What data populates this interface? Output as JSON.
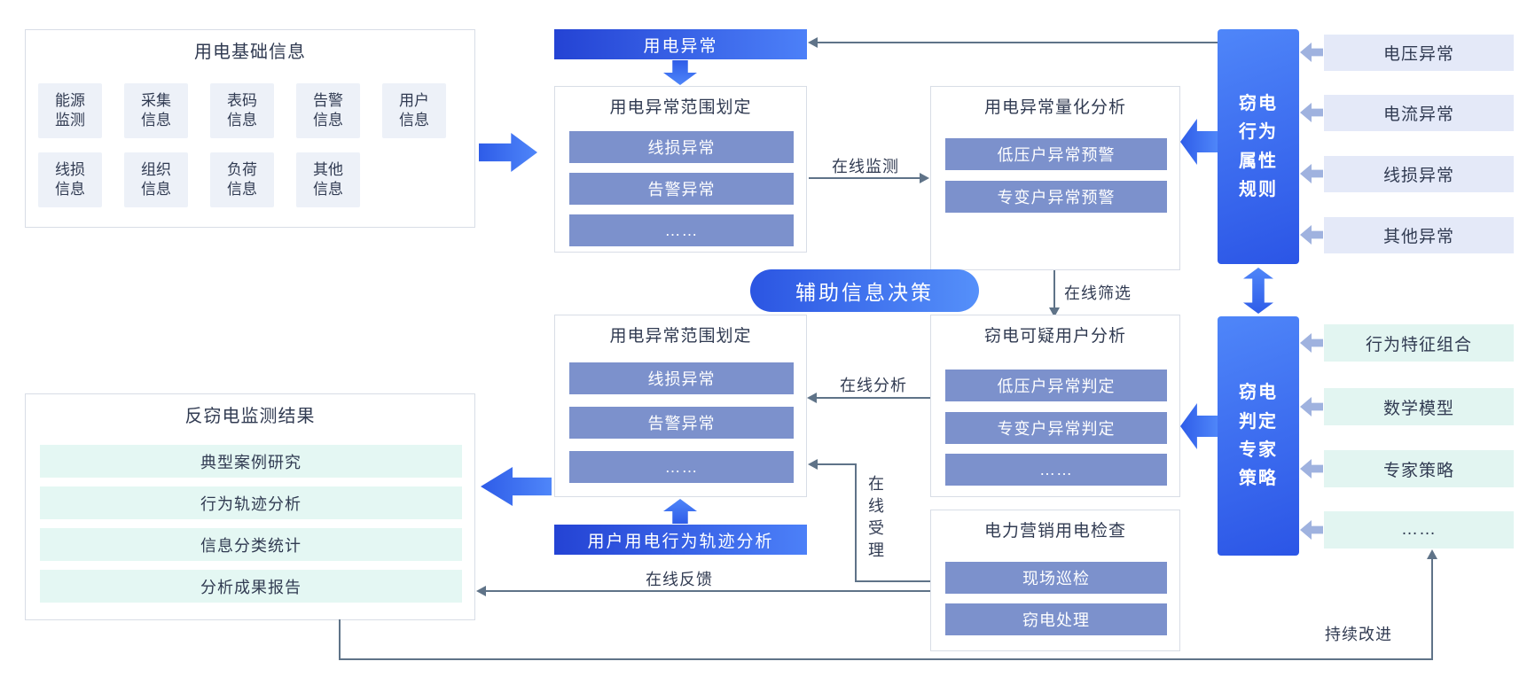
{
  "basic_info": {
    "title": "用电基础信息",
    "items": [
      {
        "line1": "能源",
        "line2": "监测"
      },
      {
        "line1": "采集",
        "line2": "信息"
      },
      {
        "line1": "表码",
        "line2": "信息"
      },
      {
        "line1": "告警",
        "line2": "信息"
      },
      {
        "line1": "用户",
        "line2": "信息"
      },
      {
        "line1": "线损",
        "line2": "信息"
      },
      {
        "line1": "组织",
        "line2": "信息"
      },
      {
        "line1": "负荷",
        "line2": "信息"
      },
      {
        "line1": "其他",
        "line2": "信息"
      }
    ]
  },
  "banners": {
    "anomaly": "用电异常",
    "aux_decision": "辅助信息决策",
    "trajectory": "用户用电行为轨迹分析"
  },
  "scope1": {
    "title": "用电异常范围划定",
    "bars": [
      "线损异常",
      "告警异常",
      "……"
    ]
  },
  "quant": {
    "title": "用电异常量化分析",
    "bars": [
      "低压户异常预警",
      "专变户异常预警"
    ]
  },
  "scope2": {
    "title": "用电异常范围划定",
    "bars": [
      "线损异常",
      "告警异常",
      "……"
    ]
  },
  "suspect": {
    "title": "窃电可疑用户分析",
    "bars": [
      "低压户异常判定",
      "专变户异常判定",
      "……"
    ]
  },
  "results": {
    "title": "反窃电监测结果",
    "rows": [
      "典型案例研究",
      "行为轨迹分析",
      "信息分类统计",
      "分析成果报告"
    ]
  },
  "inspection": {
    "title": "电力营销用电检查",
    "bars": [
      "现场巡检",
      "窃电处理"
    ]
  },
  "rules_panel": {
    "lines": [
      "窃电",
      "行为",
      "属性",
      "规则"
    ],
    "sources": [
      "电压异常",
      "电流异常",
      "线损异常",
      "其他异常"
    ]
  },
  "strategy_panel": {
    "lines": [
      "窃电",
      "判定",
      "专家",
      "策略"
    ],
    "sources": [
      "行为特征组合",
      "数学模型",
      "专家策略",
      "……"
    ]
  },
  "labels": {
    "online_monitoring": "在线监测",
    "online_filtering": "在线筛选",
    "online_analysis": "在线分析",
    "online_acceptance": "在线受理",
    "online_feedback": "在线反馈",
    "continuous_improvement": "持续改进"
  },
  "colors": {
    "bar_blue": "#7C91CC",
    "deep_blue": "#2B55E2",
    "bright_blue": "#4F86F9",
    "lavender": "#E4E9F8",
    "mint": "#E3F6F2",
    "panel_item": "#EDF1F8",
    "line_gray": "#5F7388",
    "text_dark": "#313B52"
  }
}
